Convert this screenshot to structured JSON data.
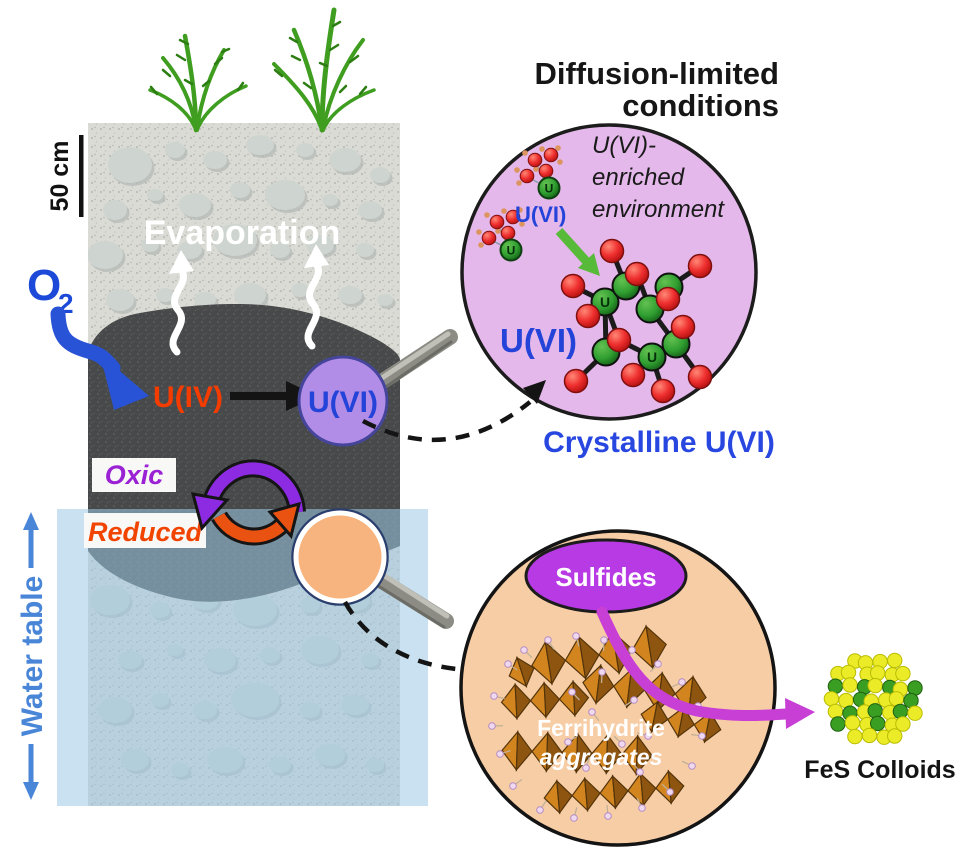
{
  "soil_profile": {
    "scale_label": "50 cm",
    "evaporation": "Evaporation",
    "oxygen_symbol": "O",
    "oxygen_subscript": "2",
    "u_iv": "U(IV)",
    "u_vi": "U(VI)",
    "oxic": "Oxic",
    "reduced": "Reduced",
    "water_table": "Water table"
  },
  "diffusion_inset": {
    "title_line1": "Diffusion-limited",
    "title_line2": "conditions",
    "environment_line1": "U(VI)-",
    "environment_line2": "enriched",
    "environment_line3": "environment",
    "u_vi_label": "U(VI)",
    "u_vi_large": "U(VI)",
    "u_atom": "U",
    "caption": "Crystalline U(VI)"
  },
  "sulfide_inset": {
    "sulfides": "Sulfides",
    "ferrihydrite_line1": "Ferrihydrite",
    "ferrihydrite_line2": "aggregates",
    "fes_caption": "FeS Colloids"
  },
  "colors": {
    "o2_blue": "#2853d6",
    "uiv_orange": "#f53c00",
    "uvi_blue": "#2443d8",
    "oxic_purple": "#9b21d4",
    "reduced_orange": "#f14400",
    "water_blue": "#4a86d8",
    "pink_inset": "#e4b8ea",
    "peach_inset": "#f7cda5",
    "sulfides_purple": "#b83ae4",
    "ferrihydrite_orange": "#d2851f",
    "fes_yellow": "#ebeb28",
    "magenta_arrow": "#c83fd6",
    "crystal_green": "#2f9e30",
    "sphere_red": "#ee2e2e"
  }
}
